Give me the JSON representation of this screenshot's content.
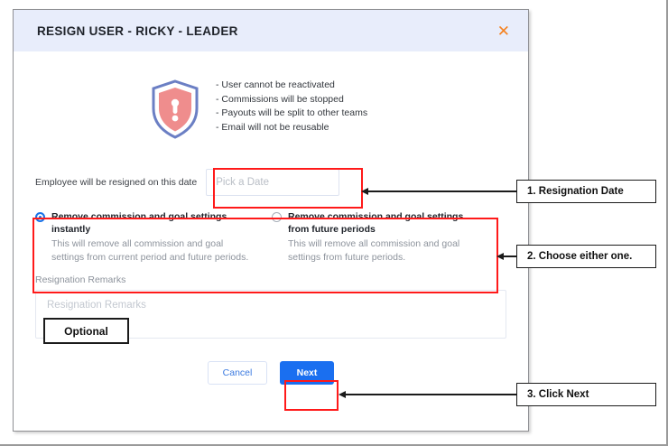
{
  "dialog": {
    "title": "RESIGN USER - RICKY - LEADER",
    "close_icon": "✕",
    "warning_items": [
      "- User cannot be reactivated",
      "- Commissions will be stopped",
      "- Payouts will be split to other teams",
      "- Email will not be reusable"
    ],
    "date_field": {
      "label": "Employee will be resigned on this date",
      "placeholder": "Pick a Date",
      "value": ""
    },
    "options": [
      {
        "title": "Remove commission and goal settings instantly",
        "description": "This will remove all commission and goal settings from current period and future periods.",
        "selected": true
      },
      {
        "title": "Remove commission and goal settings from future periods",
        "description": "This will remove all commission and goal settings from future periods.",
        "selected": false
      }
    ],
    "remarks": {
      "label": "Resignation Remarks",
      "placeholder": "Resignation Remarks",
      "value": ""
    },
    "buttons": {
      "cancel": "Cancel",
      "next": "Next"
    }
  },
  "annotations": {
    "optional_badge": "Optional",
    "callouts": [
      "1. Resignation Date",
      "2. Choose either one.",
      "3. Click Next"
    ]
  },
  "colors": {
    "header_bg": "#e8edfb",
    "close_icon": "#f58220",
    "primary_button": "#1a6ff0",
    "radio_selected": "#1a73e8",
    "annotation_red": "#ff1a1a",
    "shield_outer": "#6b7fc4",
    "shield_inner": "#ef8d8d"
  }
}
